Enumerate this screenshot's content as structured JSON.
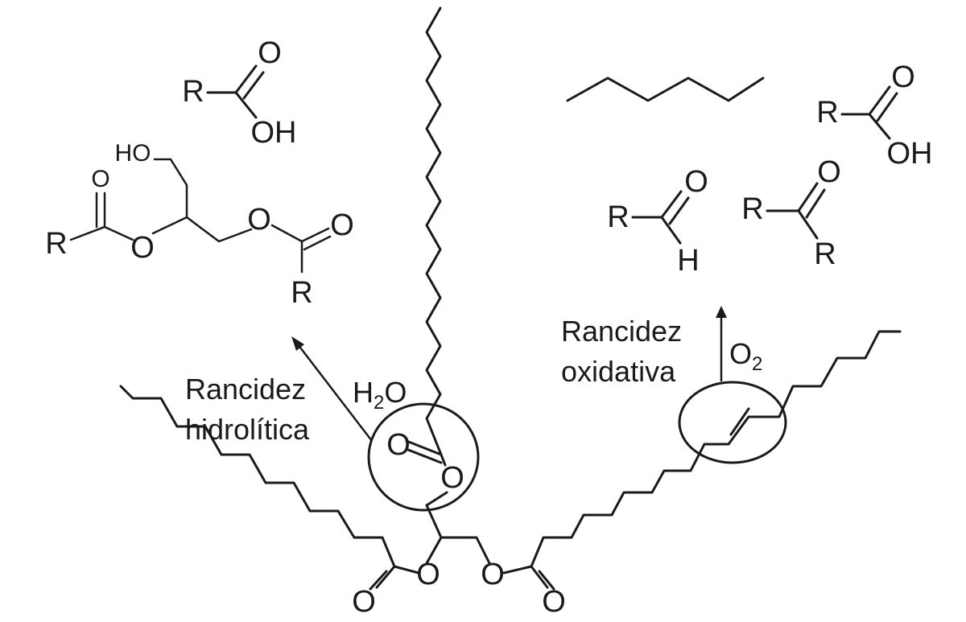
{
  "labels": {
    "hydrolytic": [
      "Rancidez",
      "hidrolítica"
    ],
    "oxidative": [
      "Rancidez",
      "oxidativa"
    ],
    "water": {
      "main": "H",
      "sub": "2",
      "tail": "O"
    },
    "oxygen": {
      "main": "O",
      "sub": "2"
    }
  },
  "atoms": {
    "R": "R",
    "O": "O",
    "OH": "OH",
    "HO": "HO",
    "H": "H"
  },
  "colors": {
    "ink": "#1a1a1a",
    "background": "#ffffff"
  }
}
